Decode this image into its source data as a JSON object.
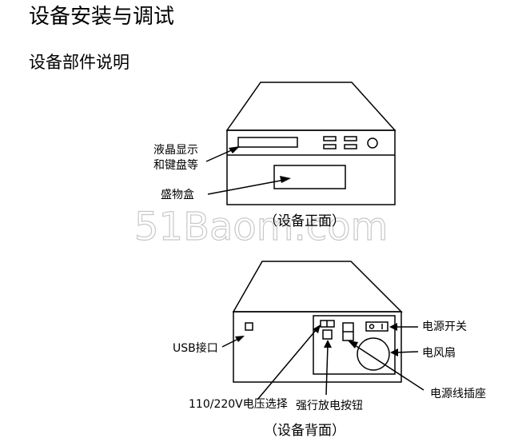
{
  "document": {
    "title": "设备安装与调试",
    "section": "设备部件说明"
  },
  "front_view": {
    "label_lcd_line1": "液晶显示",
    "label_lcd_line2": "和键盘等",
    "label_tray": "盛物盒",
    "caption": "（设备正面）"
  },
  "back_view": {
    "label_usb": "USB接口",
    "label_voltage": "110/220V电压选择",
    "label_discharge": "强行放电按钮",
    "label_power_switch": "电源开关",
    "label_fan": "电风扇",
    "label_power_socket": "电源线插座",
    "caption": "（设备背面）"
  },
  "watermark": "51Baom.com"
}
